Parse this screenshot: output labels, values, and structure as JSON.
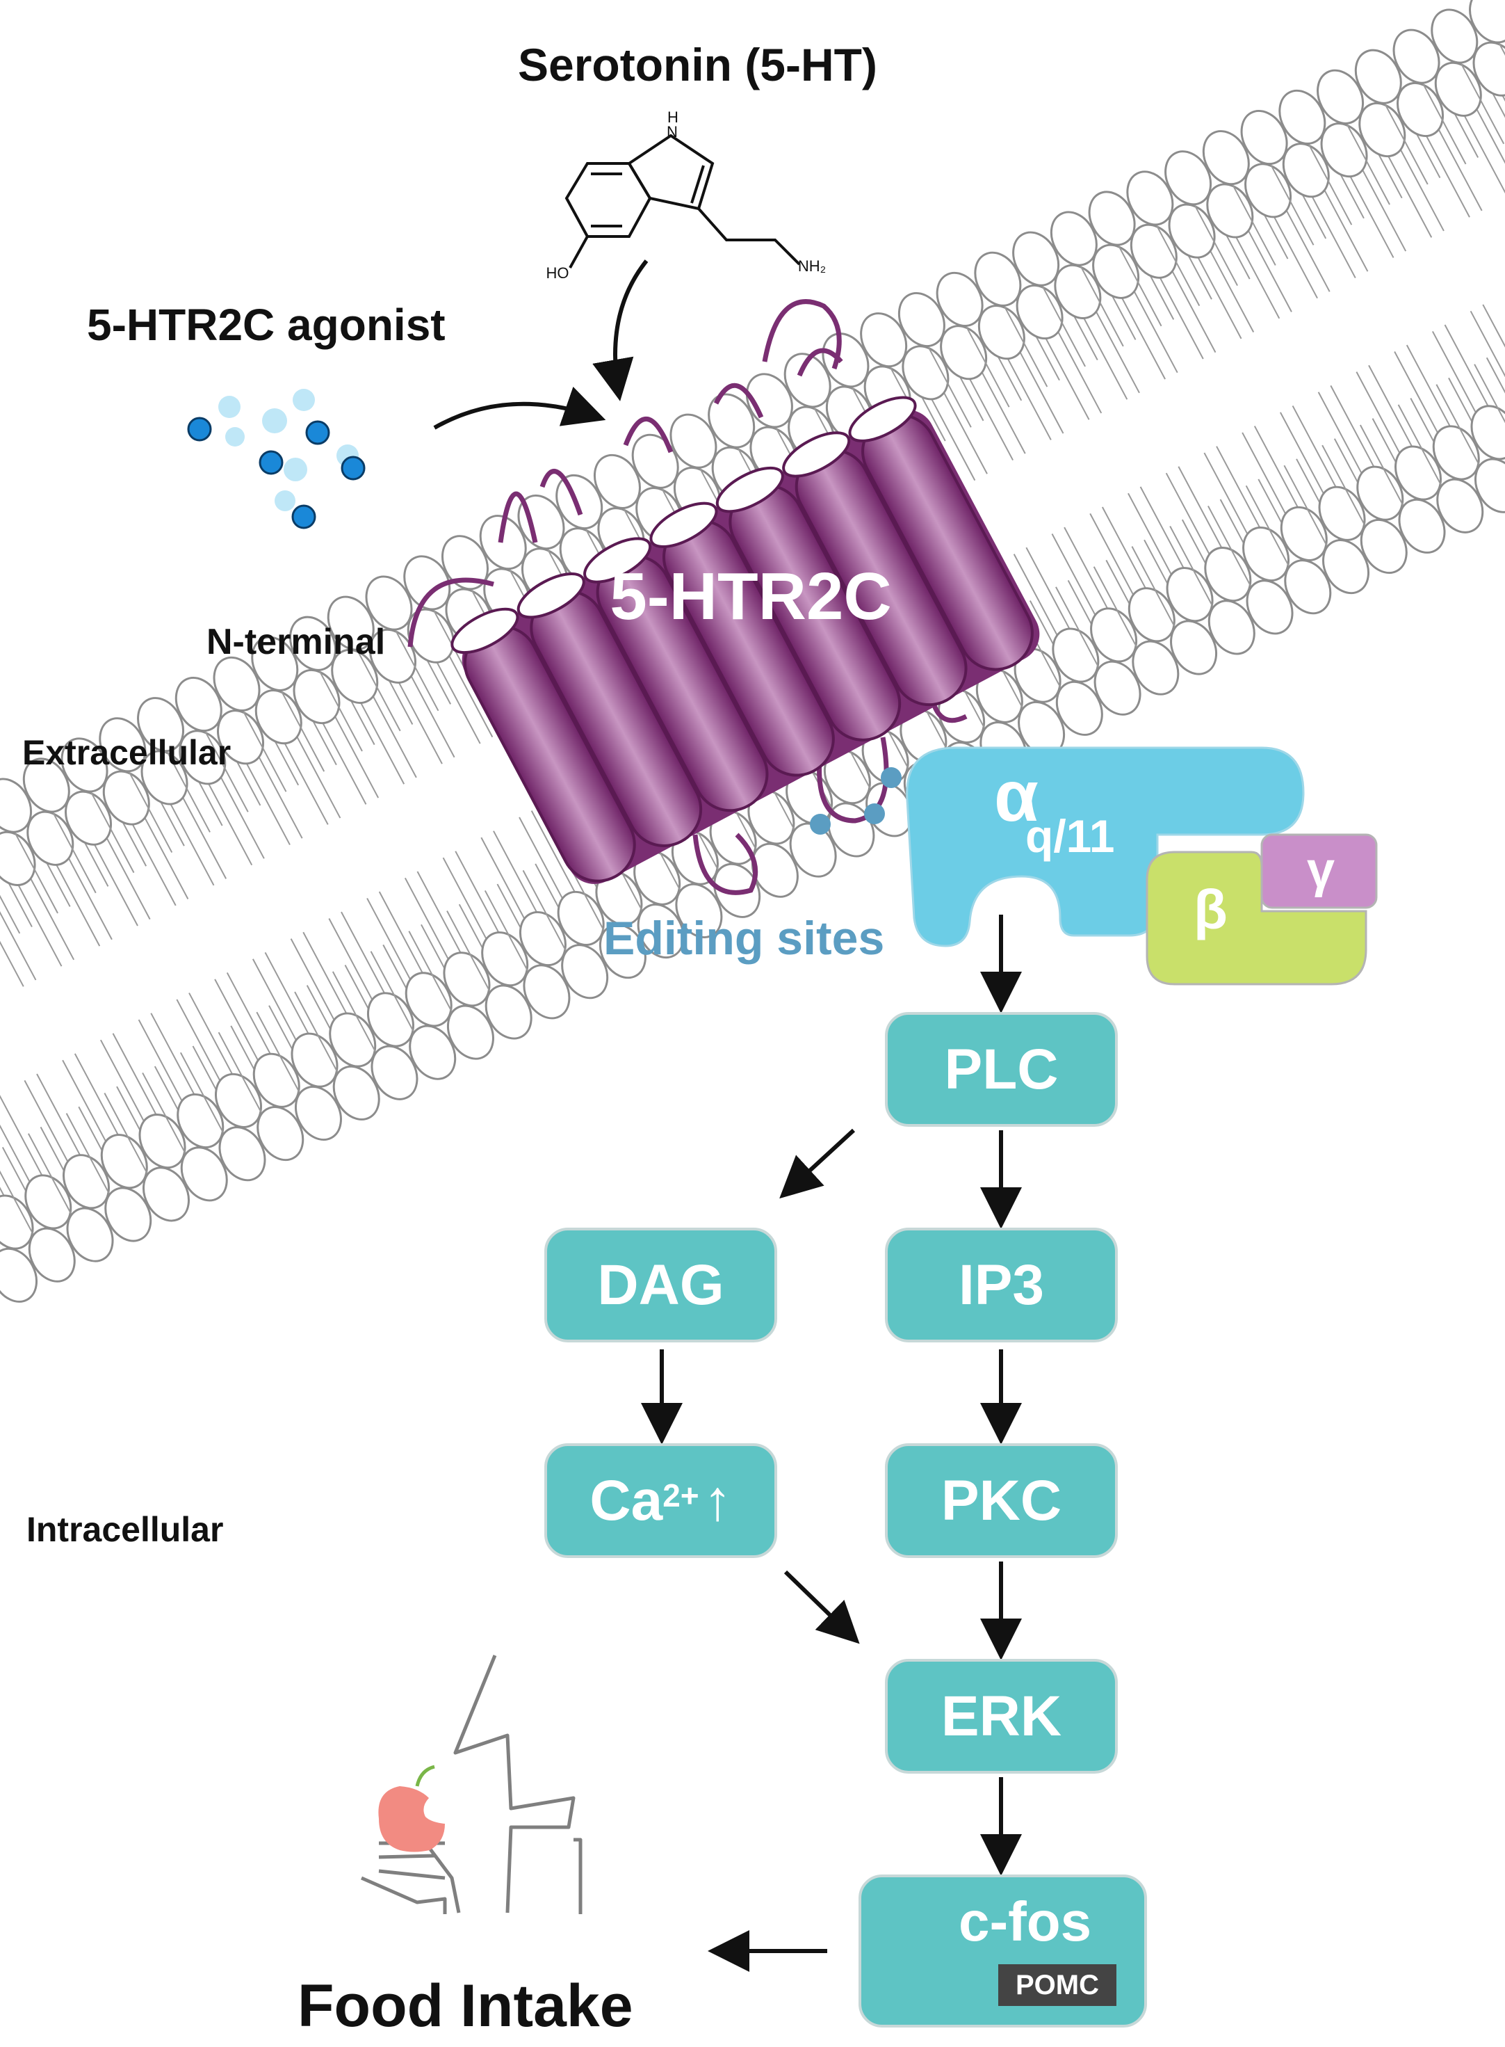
{
  "labels": {
    "serotonin": "Serotonin (5-HT)",
    "agonist": "5-HTR2C agonist",
    "receptor": "5-HTR2C",
    "n_terminal": "N-terminal",
    "extracellular": "Extracellular",
    "intracellular": "Intracellular",
    "editing_sites": "Editing sites",
    "food_intake": "Food Intake"
  },
  "molecule": {
    "nh": "H",
    "n": "N",
    "ho": "HO",
    "nh2": "NH₂"
  },
  "gprotein": {
    "alpha": "α",
    "alpha_sub": "q/11",
    "beta": "β",
    "gamma": "γ"
  },
  "pathway": {
    "plc": "PLC",
    "dag": "DAG",
    "ip3": "IP3",
    "ca": "Ca",
    "ca_sup": "2+",
    "ca_arrow": "↑",
    "pkc": "PKC",
    "erk": "ERK",
    "cfos": "c-fos",
    "pomc": "POMC"
  },
  "colors": {
    "receptor": "#7a2e72",
    "node": "#5ec4c4",
    "alpha": "#6ccde6",
    "beta": "#c9e06a",
    "gamma": "#c98fc9",
    "editing_text": "#5b9dc2",
    "agonist_dark": "#1a88d8",
    "agonist_light": "#bfe7f7"
  }
}
